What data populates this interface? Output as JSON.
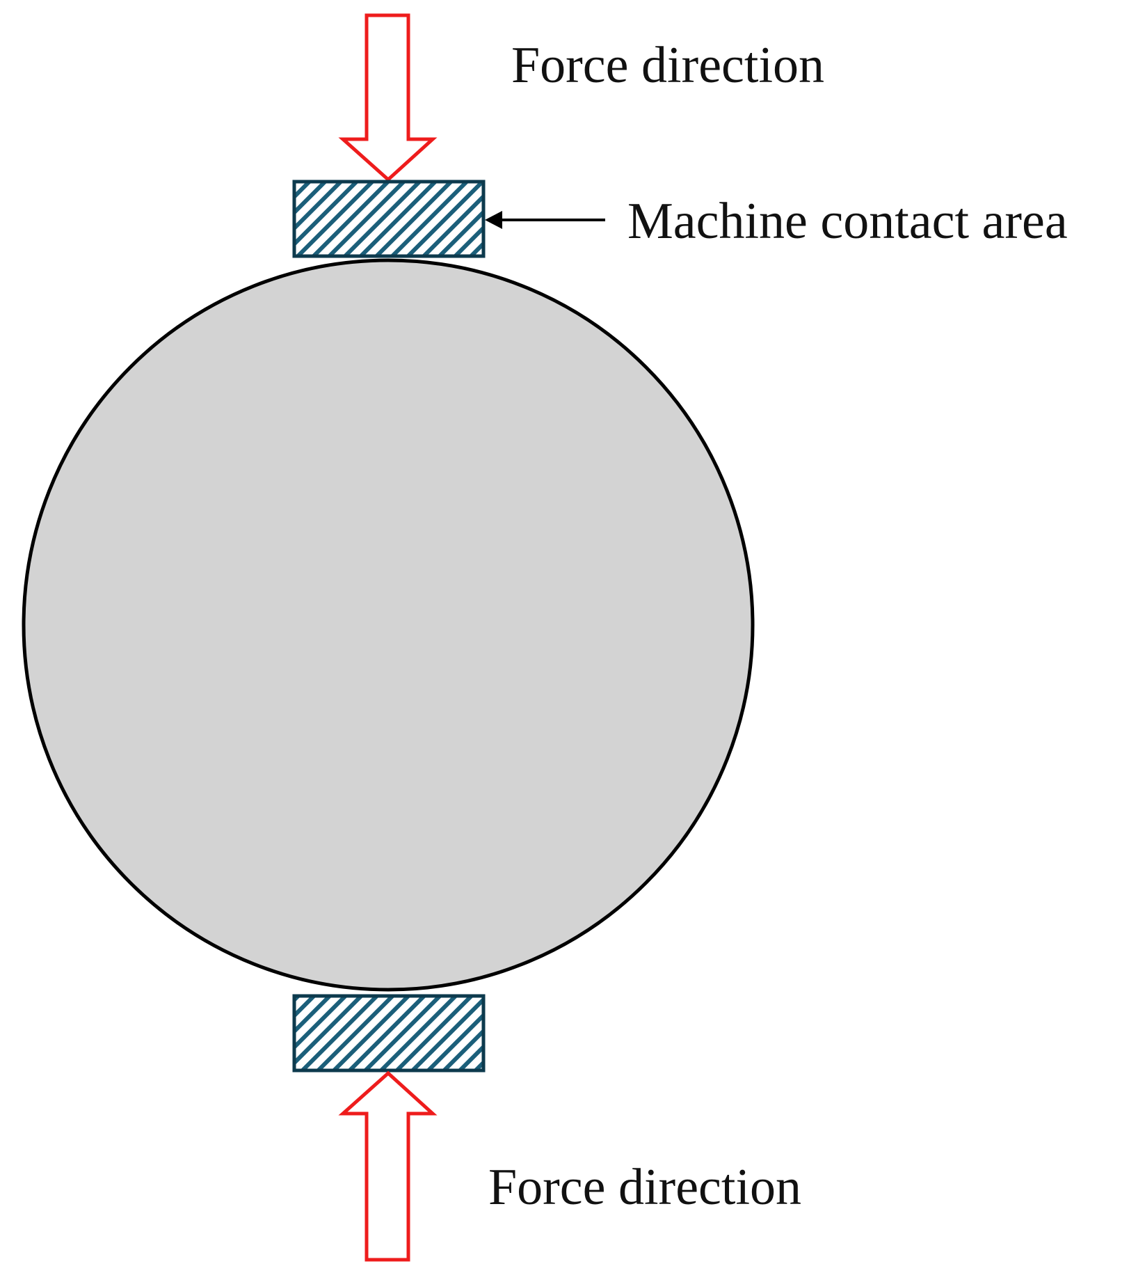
{
  "labels": {
    "force_top": "Force direction",
    "contact_area": "Machine contact area",
    "force_bottom": "Force direction"
  },
  "colors": {
    "background": "#ffffff",
    "force_arrow": "#ee1c1c",
    "specimen_fill": "#d3d3d3",
    "specimen_stroke": "#000000",
    "contact_stroke": "#0d3a4d",
    "contact_hatch": "#1b5f7a",
    "text": "#111111"
  }
}
